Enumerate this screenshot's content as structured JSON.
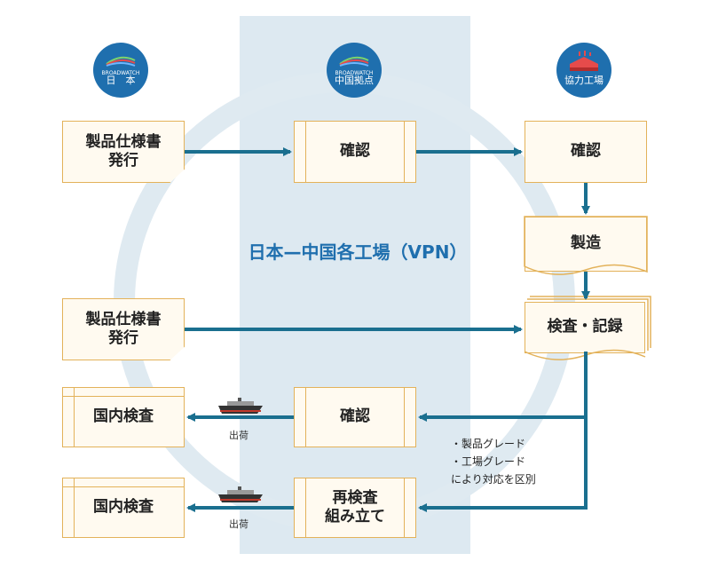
{
  "badges": {
    "japan_label": "日　本",
    "china_label": "中国拠点",
    "factory_label": "協力工場",
    "logo_text": "BROADWATCH"
  },
  "center_title": "日本—中国各工場（VPN）",
  "boxes": {
    "spec1_line1": "製品仕様書",
    "spec1_line2": "発行",
    "confirm_china": "確認",
    "confirm_factory": "確認",
    "manufacture": "製造",
    "spec2_line1": "製品仕様書",
    "spec2_line2": "発行",
    "inspect_record": "検査・記録",
    "domestic_inspect1": "国内検査",
    "confirm_return": "確認",
    "domestic_inspect2": "国内検査",
    "reinspect_line1": "再検査",
    "reinspect_line2": "組み立て"
  },
  "shipping": {
    "label_top": "出荷",
    "label_bottom": "出荷"
  },
  "note": {
    "line1": "・製品グレード",
    "line2": "・工場グレード",
    "line3": "により対応を区別"
  },
  "colors": {
    "arrow": "#1a6f8f",
    "badge": "#1f6fae",
    "box_border": "#e3b25a",
    "box_fill": "#fffaf0",
    "band": "#dde9f1",
    "title": "#1f6fae"
  }
}
